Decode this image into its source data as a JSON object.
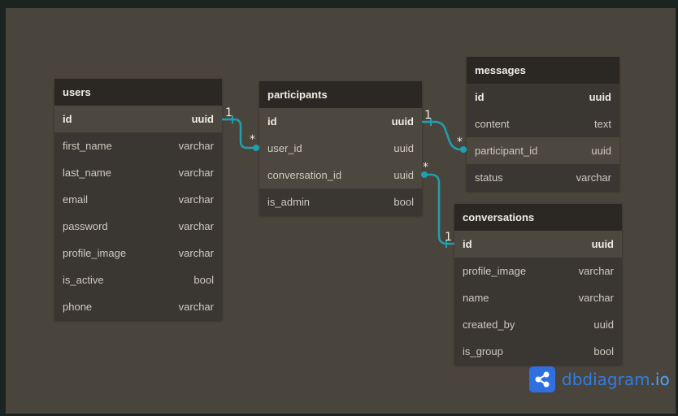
{
  "tables": {
    "users": {
      "name": "users",
      "fields": [
        {
          "name": "id",
          "type": "uuid"
        },
        {
          "name": "first_name",
          "type": "varchar"
        },
        {
          "name": "last_name",
          "type": "varchar"
        },
        {
          "name": "email",
          "type": "varchar"
        },
        {
          "name": "password",
          "type": "varchar"
        },
        {
          "name": "profile_image",
          "type": "varchar"
        },
        {
          "name": "is_active",
          "type": "bool"
        },
        {
          "name": "phone",
          "type": "varchar"
        }
      ]
    },
    "participants": {
      "name": "participants",
      "fields": [
        {
          "name": "id",
          "type": "uuid"
        },
        {
          "name": "user_id",
          "type": "uuid"
        },
        {
          "name": "conversation_id",
          "type": "uuid"
        },
        {
          "name": "is_admin",
          "type": "bool"
        }
      ]
    },
    "messages": {
      "name": "messages",
      "fields": [
        {
          "name": "id",
          "type": "uuid"
        },
        {
          "name": "content",
          "type": "text"
        },
        {
          "name": "participant_id",
          "type": "uuid"
        },
        {
          "name": "status",
          "type": "varchar"
        }
      ]
    },
    "conversations": {
      "name": "conversations",
      "fields": [
        {
          "name": "id",
          "type": "uuid"
        },
        {
          "name": "profile_image",
          "type": "varchar"
        },
        {
          "name": "name",
          "type": "varchar"
        },
        {
          "name": "created_by",
          "type": "uuid"
        },
        {
          "name": "is_group",
          "type": "bool"
        }
      ]
    }
  },
  "relationships": [
    {
      "from": "users.id",
      "to": "participants.user_id",
      "from_card": "1",
      "to_card": "*"
    },
    {
      "from": "participants.id",
      "to": "messages.participant_id",
      "from_card": "1",
      "to_card": "*"
    },
    {
      "from": "conversations.id",
      "to": "participants.conversation_id",
      "from_card": "1",
      "to_card": "*"
    }
  ],
  "brand": {
    "name": "dbdiagram",
    "suffix": ".io",
    "icon": "share-nodes-icon"
  },
  "colors": {
    "canvas": "#4a453c",
    "table_header": "#2b2824",
    "table_body": "#3a3631",
    "relation_line": "#1f9fb0",
    "brand_blue": "#2f7ce8"
  }
}
